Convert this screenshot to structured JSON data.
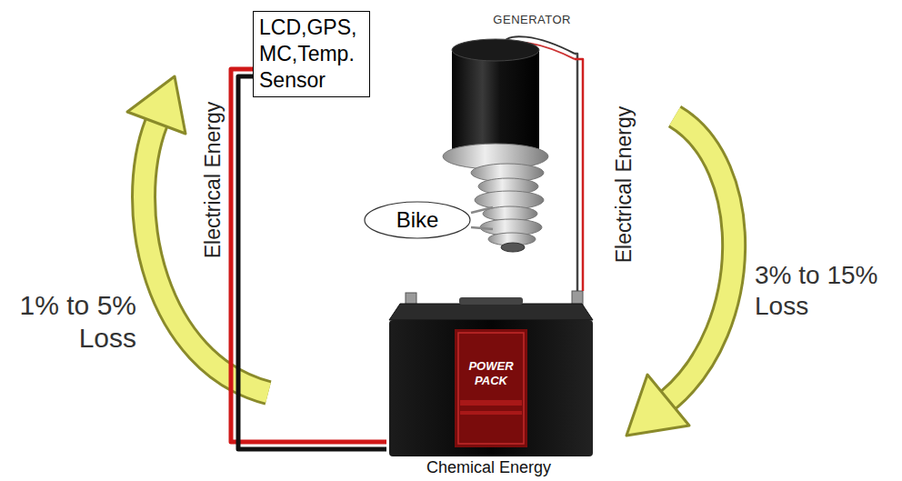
{
  "diagram": {
    "nodes": [
      {
        "text": [
          "LCD,GPS, MC,Temp. Sensor"
        ]
      },
      {
        "text": [
          "GENERATOR"
        ]
      },
      {
        "text": [
          "Bike"
        ]
      },
      {
        "text": [
          "Chemical Energy"
        ]
      }
    ],
    "edges": [
      {
        "from": 3,
        "to": 0,
        "arrow": "none"
      },
      {
        "from": 1,
        "to": 3,
        "arrow": "none"
      },
      {
        "from": 2,
        "to": 1,
        "arrow": "none"
      }
    ],
    "labels": [
      "Electrical Energy",
      "Electrical Energy",
      "1% to 5% Loss",
      "3% to 15% Loss",
      "POWER PACK"
    ]
  }
}
